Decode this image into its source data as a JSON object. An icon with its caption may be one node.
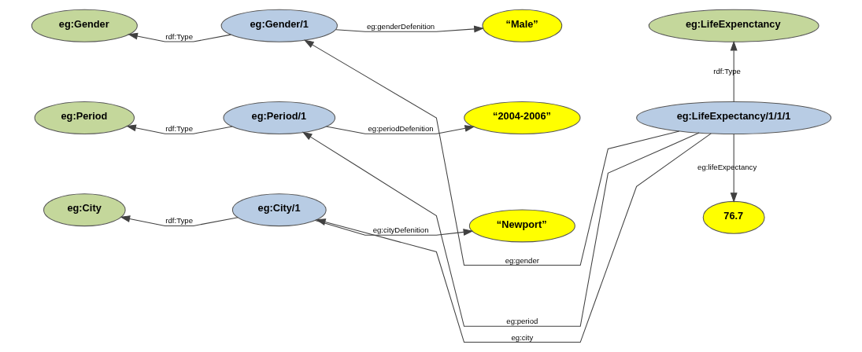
{
  "diagram": {
    "nodes": [
      {
        "text": [
          "eg:Gender"
        ]
      },
      {
        "text": [
          "eg:Gender/1"
        ]
      },
      {
        "text": [
          "“Male”"
        ]
      },
      {
        "text": [
          "eg:LifeExpenctancy"
        ]
      },
      {
        "text": [
          "eg:Period"
        ]
      },
      {
        "text": [
          "eg:Period/1"
        ]
      },
      {
        "text": [
          "“2004-2006”"
        ]
      },
      {
        "text": [
          "eg:LifeExpectancy/1/1/1"
        ]
      },
      {
        "text": [
          "eg:City"
        ]
      },
      {
        "text": [
          "eg:City/1"
        ]
      },
      {
        "text": [
          "“Newport”"
        ]
      },
      {
        "text": [
          "76.7"
        ]
      }
    ],
    "edges": [
      {
        "from": 1,
        "to": 0,
        "arrow": "to",
        "label": "rdf:Type"
      },
      {
        "from": 1,
        "to": 2,
        "arrow": "to",
        "label": "eg:genderDefenition"
      },
      {
        "from": 7,
        "to": 3,
        "arrow": "to",
        "label": "rdf:Type"
      },
      {
        "from": 7,
        "to": 1,
        "arrow": "to",
        "label": "eg:gender"
      },
      {
        "from": 5,
        "to": 4,
        "arrow": "to",
        "label": "rdf:Type"
      },
      {
        "from": 5,
        "to": 6,
        "arrow": "to",
        "label": "eg:periodDefenition"
      },
      {
        "from": 7,
        "to": 5,
        "arrow": "to",
        "label": "eg:period"
      },
      {
        "from": 7,
        "to": 9,
        "arrow": "to",
        "label": "eg:city"
      },
      {
        "from": 7,
        "to": 11,
        "arrow": "to",
        "label": "eg:lifeExpectancy"
      },
      {
        "from": 9,
        "to": 8,
        "arrow": "to",
        "label": "rdf:Type"
      },
      {
        "from": 9,
        "to": 10,
        "arrow": "to",
        "label": "eg:cityDefenition"
      }
    ]
  }
}
